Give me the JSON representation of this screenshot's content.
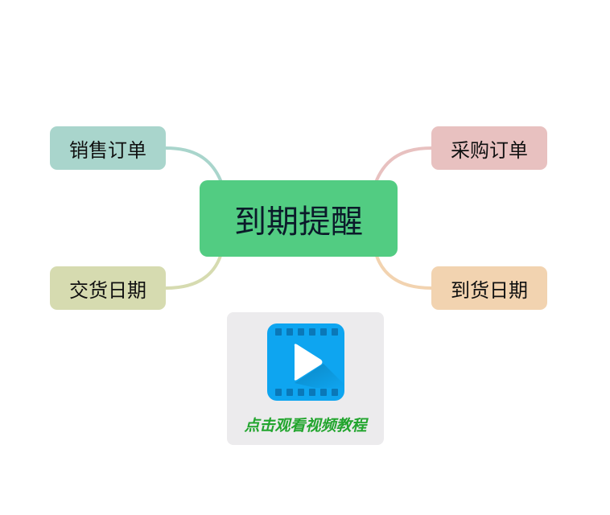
{
  "mindmap": {
    "central": {
      "label": "到期提醒",
      "color": "#52cc82"
    },
    "branches": [
      {
        "id": "sales-order",
        "label": "销售订单",
        "side": "left",
        "position": "top",
        "color": "#a9d5cc",
        "line_color": "#a9d5cc"
      },
      {
        "id": "delivery-date",
        "label": "交货日期",
        "side": "left",
        "position": "bottom",
        "color": "#d6dbb0",
        "line_color": "#d6dbb0"
      },
      {
        "id": "purchase-order",
        "label": "采购订单",
        "side": "right",
        "position": "top",
        "color": "#e8c1c0",
        "line_color": "#e8c1c0"
      },
      {
        "id": "arrival-date",
        "label": "到货日期",
        "side": "right",
        "position": "bottom",
        "color": "#f2d3b0",
        "line_color": "#f2d3b0"
      }
    ]
  },
  "video_card": {
    "label": "点击观看视频教程",
    "icon": "play-video-icon",
    "icon_color": "#0ea5f0",
    "label_color": "#22a52e",
    "background": "#ecebed"
  }
}
